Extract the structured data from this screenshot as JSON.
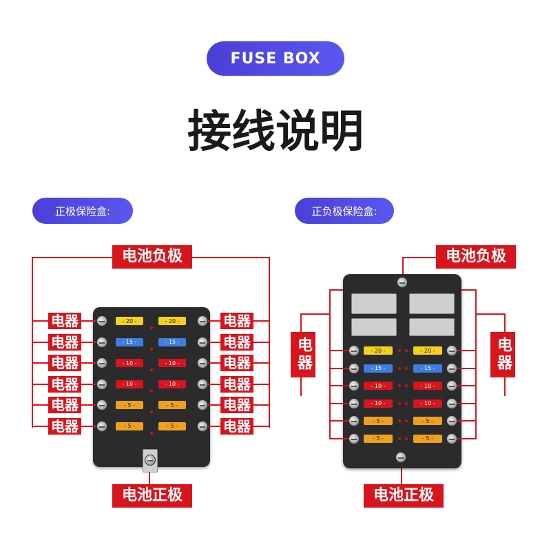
{
  "header": {
    "badge": "FUSE  BOX",
    "title": "接线说明"
  },
  "left": {
    "tag": "正极保险盒:",
    "neg_label": "电池负极",
    "pos_label": "电池正极",
    "appliance": "电器",
    "fuses": [
      "20",
      "15",
      "10",
      "10",
      "5",
      "5"
    ]
  },
  "right": {
    "tag": "正负极保险盒:",
    "neg_label": "电池负极",
    "pos_label": "电池正极",
    "appliance": "电器",
    "fuses": [
      "20",
      "15",
      "10",
      "10",
      "5",
      "5"
    ]
  },
  "colors": {
    "accent": "#4b3fd6",
    "label_red": "#d8141c",
    "fuse_20": "#f3d11c",
    "fuse_15": "#3f7ee0",
    "fuse_10": "#d8141c",
    "fuse_5": "#f0a020"
  }
}
